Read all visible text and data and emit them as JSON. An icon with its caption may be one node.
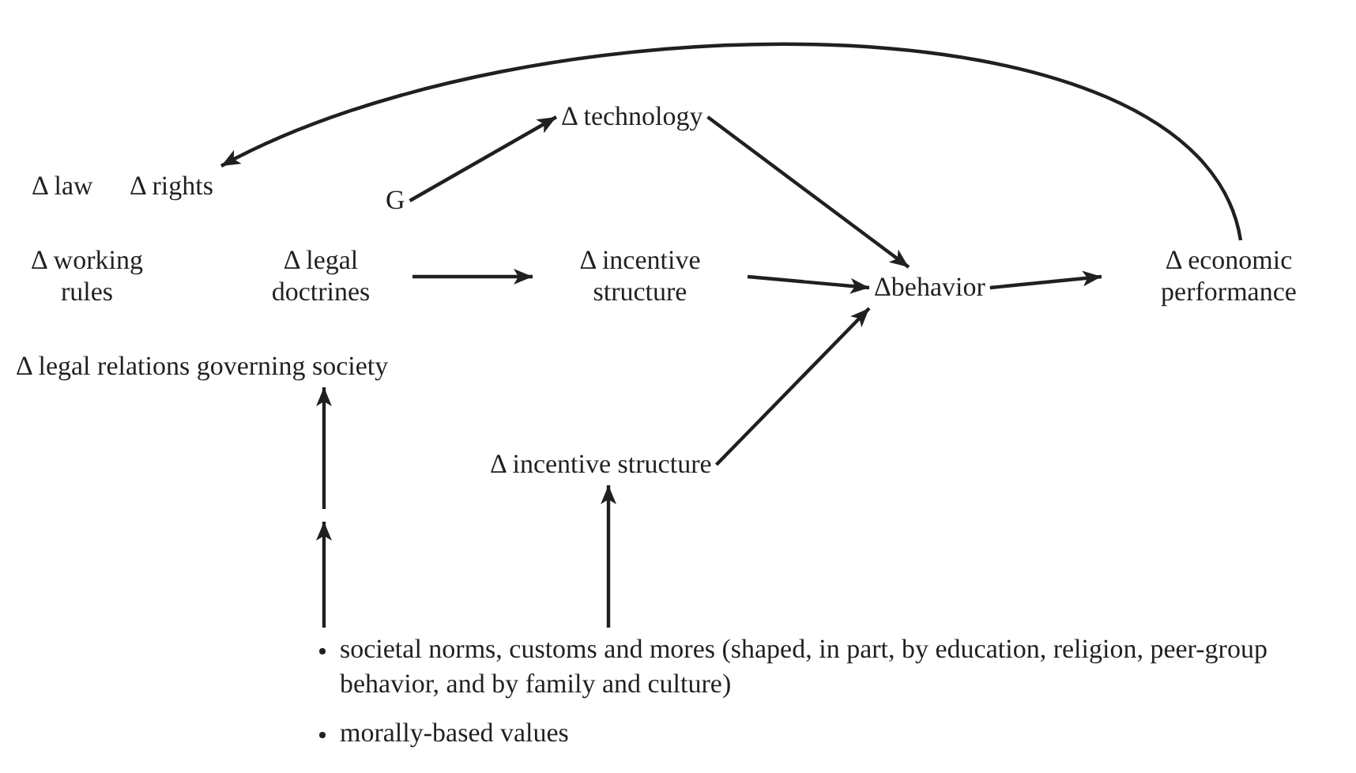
{
  "diagram": {
    "nodes": [
      {
        "text": [
          "Δ law"
        ]
      },
      {
        "text": [
          "Δ rights"
        ]
      },
      {
        "text": [
          "G"
        ]
      },
      {
        "text": [
          "Δ technology"
        ]
      },
      {
        "text": [
          "Δ working rules"
        ]
      },
      {
        "text": [
          "Δ legal doctrines"
        ]
      },
      {
        "text": [
          "Δ incentive structure"
        ]
      },
      {
        "text": [
          "Δbehavior"
        ]
      },
      {
        "text": [
          "Δ economic performance"
        ]
      },
      {
        "text": [
          "Δ legal relations governing society"
        ]
      },
      {
        "text": [
          "Δ incentive structure"
        ]
      },
      {
        "text": [
          "societal norms, customs and mores (shaped, in part, by education, religion, peer-group behavior, and by family and culture)",
          "morally-based values"
        ]
      }
    ],
    "edges": [
      {
        "from": 8,
        "to": 1,
        "arrow": "to"
      },
      {
        "from": 2,
        "to": 3,
        "arrow": "to"
      },
      {
        "from": 3,
        "to": 7,
        "arrow": "to"
      },
      {
        "from": 5,
        "to": 6,
        "arrow": "to"
      },
      {
        "from": 6,
        "to": 7,
        "arrow": "to"
      },
      {
        "from": 7,
        "to": 8,
        "arrow": "to"
      },
      {
        "from": 10,
        "to": 7,
        "arrow": "to"
      },
      {
        "from": 11,
        "to": null,
        "arrow": "to"
      },
      {
        "from": null,
        "to": 9,
        "arrow": "to"
      },
      {
        "from": 11,
        "to": 10,
        "arrow": "to"
      }
    ]
  }
}
